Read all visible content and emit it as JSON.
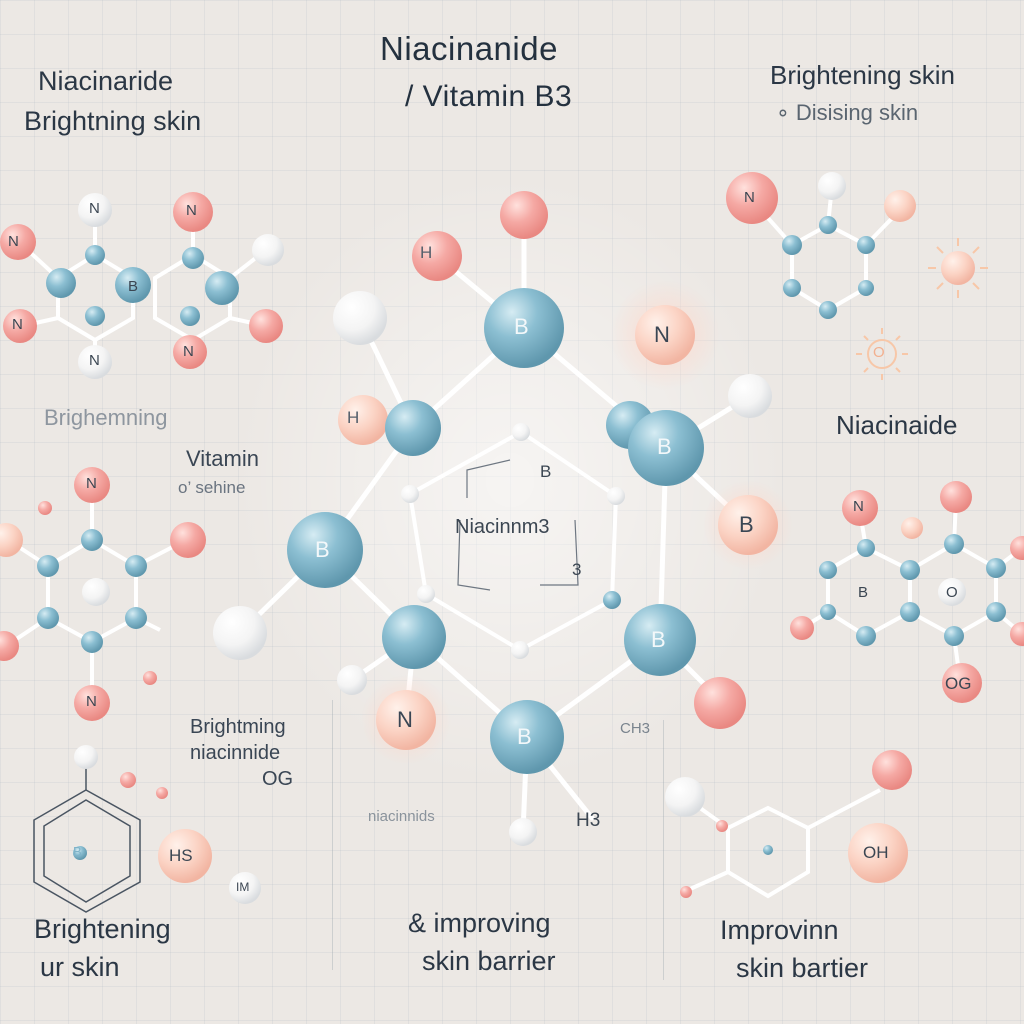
{
  "title": {
    "line1": "Niacinanide",
    "line2": "/ Vitamin B3"
  },
  "top_left": {
    "line1": "Niacinaride",
    "line2": "Brightning skin"
  },
  "top_right": {
    "line1": "Brightening skin",
    "line2": "∘ Disising skin"
  },
  "left_mid": {
    "line1": "Brighemning",
    "line2": "Vitamin",
    "line3": "o’ sehine"
  },
  "right_mid": {
    "label": "Niacinaide"
  },
  "left_lower": {
    "line1": "Brightming",
    "line2": "niacinnide",
    "line3": "OG"
  },
  "center_faint": "niacinnids",
  "center_ring_label": "Niacinnm3",
  "center_ring_tag_top": "B",
  "center_ring_tag_bottom": "3",
  "bottom_left": {
    "line1": "Brightening",
    "line2": "ur skin"
  },
  "bottom_center": {
    "line1": "& improving",
    "line2": "skin barrier"
  },
  "bottom_right": {
    "line1": "Improvinn",
    "line2": "skin bartier"
  },
  "atoms": {
    "B": "B",
    "H": "H",
    "N": "N",
    "H3": "H3",
    "HS": "HS",
    "OG": "OG",
    "CH3": "CH3",
    "O": "O",
    "OH": "OH",
    "IM": "IM"
  },
  "colors": {
    "background": "#ece8e4",
    "blue_atom": "#7fb3c8",
    "pink_atom": "#f2a7a3",
    "white_atom": "#f7f7f7",
    "bond": "#ffffff"
  }
}
